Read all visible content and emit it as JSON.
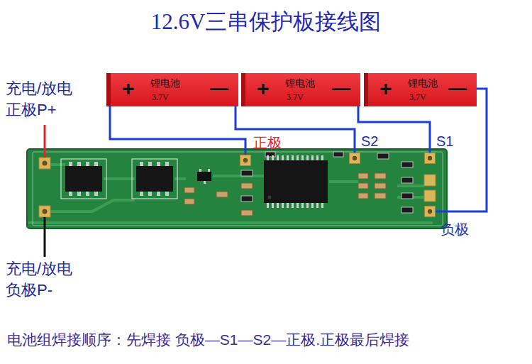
{
  "diagram": {
    "title": "12.6V三串保护板接线图",
    "caption": "电池组焊接顺序：先焊接 负极—S1—S2—正极.正极最后焊接",
    "nodes": [
      {
        "text": [
          "+",
          "锂电池",
          "3.7V",
          "—"
        ]
      },
      {
        "text": [
          "+",
          "锂电池",
          "3.7V",
          "—"
        ]
      },
      {
        "text": [
          "+",
          "锂电池",
          "3.7V",
          "—"
        ]
      },
      {
        "text": [
          "正极"
        ]
      },
      {
        "text": [
          "S2"
        ]
      },
      {
        "text": [
          "S1"
        ]
      },
      {
        "text": [
          "负极"
        ]
      }
    ],
    "edges": [
      {
        "from": 0,
        "to": 3,
        "arrow": "none"
      },
      {
        "from": 0,
        "to": 4,
        "arrow": "none"
      },
      {
        "from": 1,
        "to": 5,
        "arrow": "none"
      },
      {
        "from": 2,
        "to": 6,
        "arrow": "none"
      }
    ],
    "labels": [
      "充电/放电",
      "正极P+",
      "充电/放电",
      "负极P-"
    ]
  }
}
